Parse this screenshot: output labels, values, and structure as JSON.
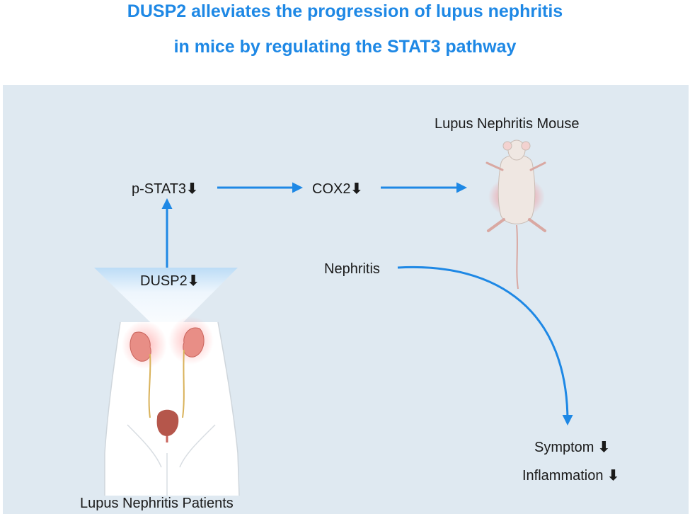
{
  "header": {
    "title_line1": "DUSP2 alleviates the progression of lupus nephritis",
    "title_line2": "in mice by regulating the STAT3 pathway",
    "color": "#1e88e5"
  },
  "diagram": {
    "background": "#dfe9f1",
    "arrow_color": "#1e88e5",
    "down_arrow_glyph": "⬇",
    "labels": {
      "mouse": "Lupus Nephritis Mouse",
      "pstat3": "p-STAT3",
      "cox2": "COX2",
      "dusp2": "DUSP2",
      "nephritis": "Nephritis",
      "symptom": "Symptom",
      "inflammation": "Inflammation",
      "patients": "Lupus Nephritis Patients"
    },
    "icons": [
      "mouse-illustration",
      "human-urinary-system-illustration"
    ]
  }
}
